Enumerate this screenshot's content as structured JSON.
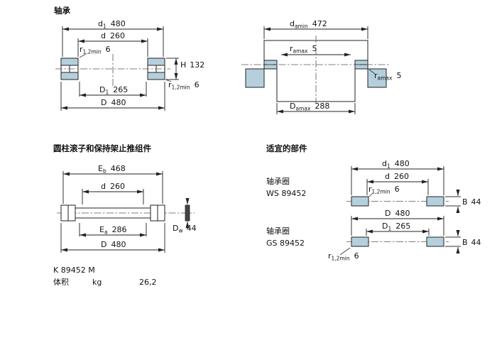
{
  "colors": {
    "ring_fill": "#b5d0dc",
    "line": "#222222",
    "background": "#ffffff"
  },
  "bearing_view": {
    "title": "轴承",
    "dims": {
      "d1": {
        "pre": "d",
        "sub": "1",
        "val": "480"
      },
      "d": {
        "pre": "d",
        "val": "260"
      },
      "r12_top": {
        "pre": "r",
        "sub": "1,2min",
        "val": "6"
      },
      "H": {
        "pre": "H",
        "val": "132"
      },
      "r12_bottom": {
        "pre": "r",
        "sub": "1,2min",
        "val": "6"
      },
      "D1": {
        "pre": "D",
        "sub": "1",
        "val": "265"
      },
      "D": {
        "pre": "D",
        "val": "480"
      }
    }
  },
  "abutment_view": {
    "dims": {
      "damin": {
        "pre": "d",
        "sub": "amin",
        "val": "472"
      },
      "ramax_top": {
        "pre": "r",
        "sub": "amax",
        "val": "5"
      },
      "ramax_side": {
        "pre": "r",
        "sub": "amax",
        "val": "5"
      },
      "Damax": {
        "pre": "D",
        "sub": "amax",
        "val": "288"
      }
    }
  },
  "assembly_view": {
    "title": "圆柱滚子和保持架止推组件",
    "dims": {
      "Eb": {
        "pre": "E",
        "sub": "b",
        "val": "468"
      },
      "d": {
        "pre": "d",
        "val": "260"
      },
      "Dw": {
        "pre": "D",
        "sub": "w",
        "val": "44"
      },
      "Ea": {
        "pre": "E",
        "sub": "a",
        "val": "286"
      },
      "D": {
        "pre": "D",
        "val": "480"
      }
    },
    "designation": "K 89452 M",
    "mass": {
      "label": "体积",
      "unit": "kg",
      "value": "26,2"
    }
  },
  "parts_view": {
    "title": "适宜的部件",
    "ws": {
      "label": "轴承圈",
      "designation": "WS 89452",
      "dims": {
        "d1": {
          "pre": "d",
          "sub": "1",
          "val": "480"
        },
        "d": {
          "pre": "d",
          "val": "260"
        },
        "r12": {
          "pre": "r",
          "sub": "1,2min",
          "val": "6"
        },
        "B": {
          "pre": "B",
          "val": "44"
        }
      }
    },
    "gs": {
      "label": "轴承圈",
      "designation": "GS 89452",
      "dims": {
        "D": {
          "pre": "D",
          "val": "480"
        },
        "D1": {
          "pre": "D",
          "sub": "1",
          "val": "265"
        },
        "r12": {
          "pre": "r",
          "sub": "1,2min",
          "val": "6"
        },
        "B": {
          "pre": "B",
          "val": "44"
        }
      }
    }
  }
}
